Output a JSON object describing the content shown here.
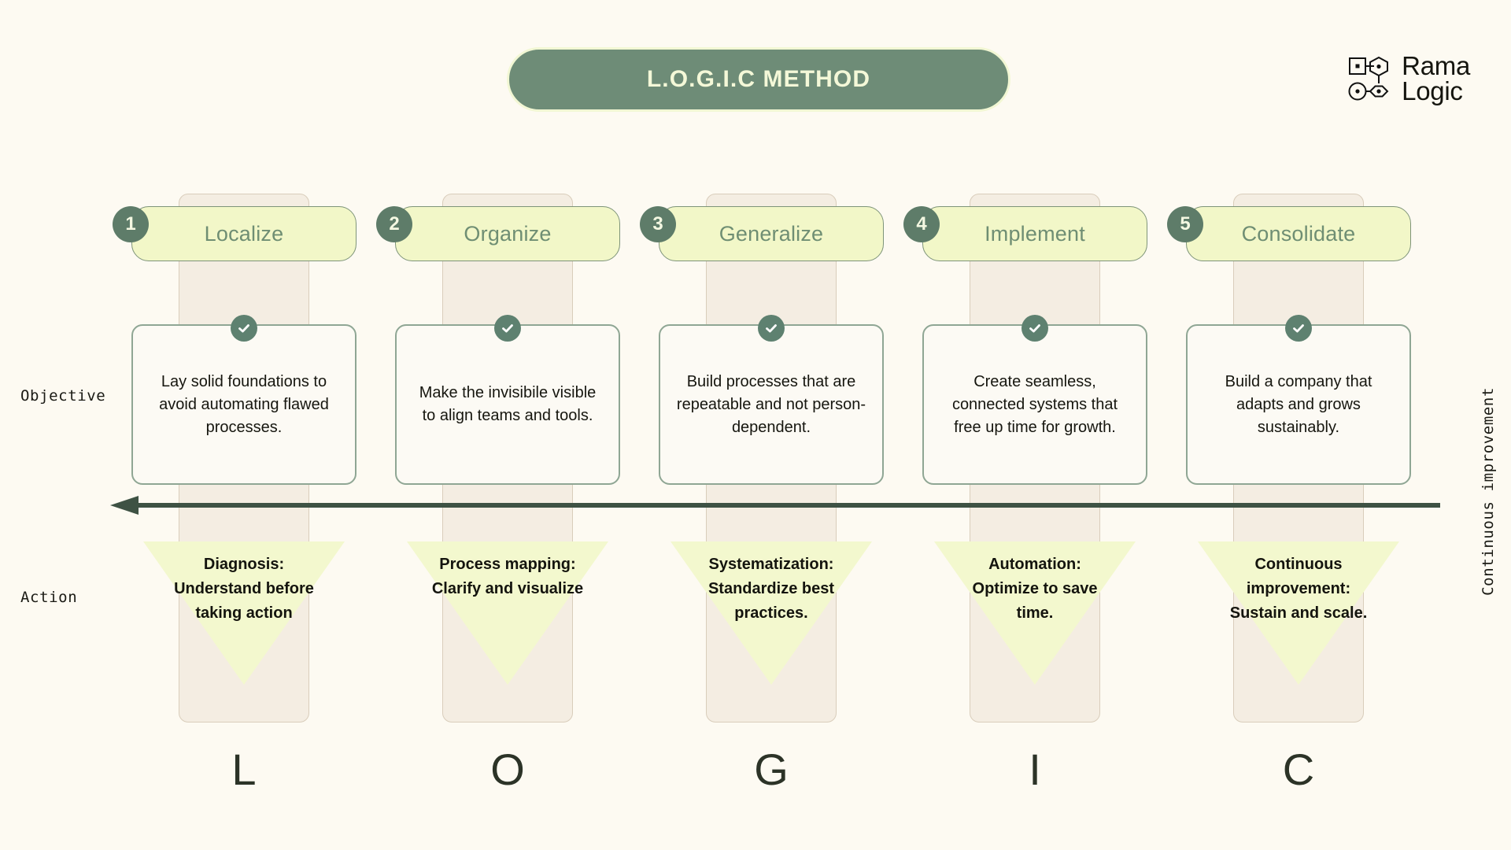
{
  "page": {
    "background_color": "#FDFAF2",
    "title": "L.O.G.I.C METHOD"
  },
  "header": {
    "title": "L.O.G.I.C METHOD",
    "banner_color": "#6E8C77",
    "banner_text_color": "#F4F8D8"
  },
  "logo": {
    "line1": "Rama",
    "line2": "Logic",
    "icon_name": "rama-logic-node-mark"
  },
  "axis": {
    "objective_label": "Objective",
    "action_label": "Action",
    "continuous_improvement_label": "Continuous improvement",
    "arrow_direction": "left",
    "arrow_color": "#3E5244"
  },
  "palette": {
    "accent_green": "#6E8C77",
    "badge_green": "#5E7C69",
    "pill_yellow": "#F2F7C8",
    "strip_beige": "#F4EDE2",
    "card_border": "#8FA694",
    "triangle_yellow": "#F3F8CE"
  },
  "steps": [
    {
      "number": "1",
      "name": "Localize",
      "letter": "L",
      "objective": "Lay solid foundations to avoid automating flawed processes.",
      "action": "Diagnosis: Understand before taking action"
    },
    {
      "number": "2",
      "name": "Organize",
      "letter": "O",
      "objective": "Make the invisibile visible to align teams and tools.",
      "action": "Process mapping: Clarify and visualize"
    },
    {
      "number": "3",
      "name": "Generalize",
      "letter": "G",
      "objective": "Build processes that are repeatable and not person-dependent.",
      "action": "Systematization: Standardize best practices."
    },
    {
      "number": "4",
      "name": "Implement",
      "letter": "I",
      "objective": "Create seamless, connected systems that free up time for growth.",
      "action": "Automation: Optimize to save time."
    },
    {
      "number": "5",
      "name": "Consolidate",
      "letter": "C",
      "objective": "Build a company that adapts and grows sustainably.",
      "action": "Continuous improvement: Sustain and scale."
    }
  ]
}
